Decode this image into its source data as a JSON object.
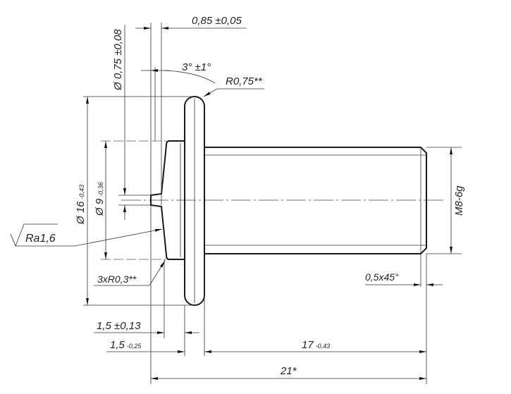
{
  "drawing": {
    "dimensions": {
      "hole_diameter": "Ø 0,75 ±0,08",
      "pin_length": "0,85 ±0,05",
      "taper_angle": "3° ±1°",
      "flange_radius": "R0,75**",
      "flange_diameter": {
        "main": "Ø 16",
        "tol": "-0,43"
      },
      "hub_diameter": {
        "main": "Ø 9",
        "tol": "-0,36"
      },
      "surface_roughness": "Ra1,6",
      "fillet_radius": "3xR0,3**",
      "thread": "M8-6g",
      "chamfer": "0,5x45°",
      "hub_length": "1,5 ±0,13",
      "flange_width": {
        "main": "1,5",
        "tol": "-0,25"
      },
      "shank_length": {
        "main": "17",
        "tol": "-0,43"
      },
      "total_length": "21*"
    }
  }
}
